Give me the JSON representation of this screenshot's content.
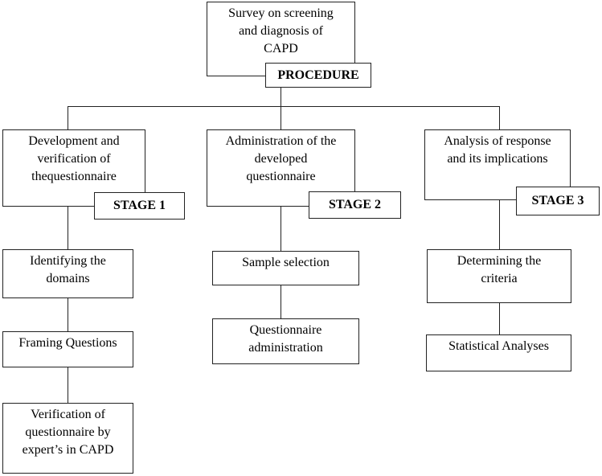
{
  "root": {
    "lines": [
      "Survey on screening",
      "and diagnosis of",
      "CAPD"
    ],
    "tag": "PROCEDURE"
  },
  "stages": [
    {
      "lines": [
        "Development and",
        "verification of",
        "thequestionnaire"
      ],
      "tag": "STAGE 1",
      "steps": [
        {
          "lines": [
            "Identifying the",
            "domains"
          ]
        },
        {
          "lines": [
            "Framing Questions"
          ]
        },
        {
          "lines": [
            "Verification of",
            "questionnaire by",
            "expert’s in CAPD"
          ]
        }
      ]
    },
    {
      "lines": [
        "Administration of the",
        "developed",
        "questionnaire"
      ],
      "tag": "STAGE  2",
      "steps": [
        {
          "lines": [
            "Sample selection"
          ]
        },
        {
          "lines": [
            "Questionnaire",
            "administration"
          ]
        }
      ]
    },
    {
      "lines": [
        "Analysis of response",
        "and its implications"
      ],
      "tag": "STAGE  3",
      "steps": [
        {
          "lines": [
            "Determining the",
            "criteria"
          ]
        },
        {
          "lines": [
            "Statistical Analyses"
          ]
        }
      ]
    }
  ]
}
